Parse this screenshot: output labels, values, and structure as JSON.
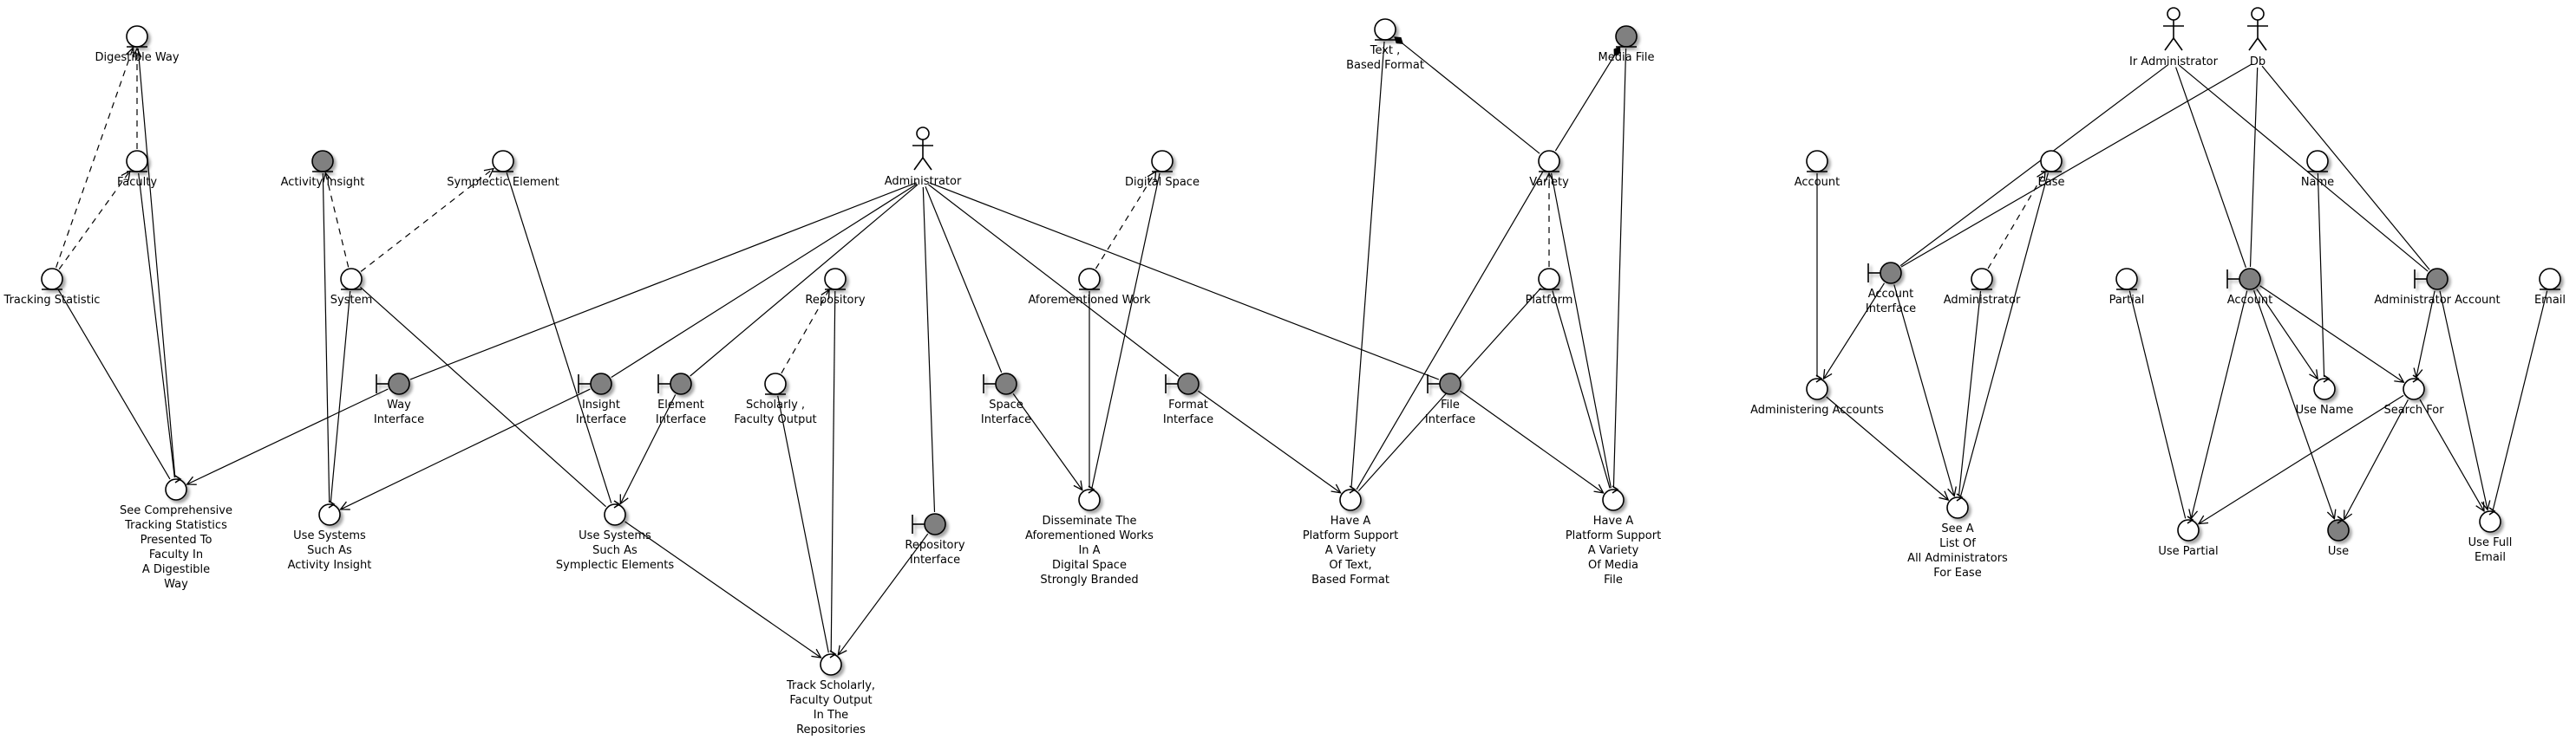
{
  "colors": {
    "line": "#000000",
    "background": "#ffffff",
    "filled_node": "#808080",
    "empty_node": "#ffffff"
  },
  "nodes": [
    {
      "id": "digestible_way",
      "type": "entity",
      "filled": false,
      "label": [
        "Digestible Way"
      ]
    },
    {
      "id": "faculty",
      "type": "entity",
      "filled": false,
      "label": [
        "Faculty"
      ]
    },
    {
      "id": "tracking_statistic",
      "type": "entity",
      "filled": false,
      "label": [
        "Tracking Statistic"
      ]
    },
    {
      "id": "see_comprehensive",
      "type": "control",
      "filled": false,
      "label": [
        "See Comprehensive",
        "Tracking Statistics",
        "Presented To",
        "Faculty In",
        "A Digestible",
        "Way"
      ]
    },
    {
      "id": "activity_insight",
      "type": "entity",
      "filled": true,
      "label": [
        "Activity Insight"
      ]
    },
    {
      "id": "symplectic_element",
      "type": "entity",
      "filled": false,
      "label": [
        "Symplectic Element"
      ]
    },
    {
      "id": "system",
      "type": "entity",
      "filled": false,
      "label": [
        "System"
      ]
    },
    {
      "id": "way_interface",
      "type": "boundary",
      "filled": true,
      "label": [
        "Way",
        "Interface"
      ]
    },
    {
      "id": "use_systems_ai",
      "type": "control",
      "filled": false,
      "label": [
        "Use Systems",
        "Such As",
        "Activity Insight"
      ]
    },
    {
      "id": "insight_interface",
      "type": "boundary",
      "filled": true,
      "label": [
        "Insight",
        "Interface"
      ]
    },
    {
      "id": "element_interface",
      "type": "boundary",
      "filled": true,
      "label": [
        "Element",
        "Interface"
      ]
    },
    {
      "id": "use_systems_se",
      "type": "control",
      "filled": false,
      "label": [
        "Use Systems",
        "Such As",
        "Symplectic Elements"
      ]
    },
    {
      "id": "administrator",
      "type": "actor",
      "label": [
        "Administrator"
      ]
    },
    {
      "id": "repository",
      "type": "entity",
      "filled": false,
      "label": [
        "Repository"
      ]
    },
    {
      "id": "scholarly_output",
      "type": "entity",
      "filled": false,
      "label": [
        "Scholarly ,",
        "Faculty Output"
      ]
    },
    {
      "id": "track_scholarly",
      "type": "control",
      "filled": false,
      "label": [
        "Track Scholarly,",
        "Faculty Output",
        "In The",
        "Repositories"
      ]
    },
    {
      "id": "repository_interface",
      "type": "boundary",
      "filled": true,
      "label": [
        "Repository",
        "Interface"
      ]
    },
    {
      "id": "space_interface",
      "type": "boundary",
      "filled": true,
      "label": [
        "Space",
        "Interface"
      ]
    },
    {
      "id": "digital_space",
      "type": "entity",
      "filled": false,
      "label": [
        "Digital Space"
      ]
    },
    {
      "id": "aforementioned_work",
      "type": "entity",
      "filled": false,
      "label": [
        "Aforementioned Work"
      ]
    },
    {
      "id": "disseminate",
      "type": "control",
      "filled": false,
      "label": [
        "Disseminate The",
        "Aforementioned Works",
        "In A",
        "Digital Space",
        "Strongly Branded"
      ]
    },
    {
      "id": "format_interface",
      "type": "boundary",
      "filled": true,
      "label": [
        "Format",
        "Interface"
      ]
    },
    {
      "id": "text_based_format",
      "type": "entity",
      "filled": false,
      "label": [
        "Text ,",
        "Based Format"
      ]
    },
    {
      "id": "media_file",
      "type": "entity",
      "filled": true,
      "label": [
        "Media File"
      ]
    },
    {
      "id": "variety",
      "type": "entity",
      "filled": false,
      "label": [
        "Variety"
      ]
    },
    {
      "id": "platform",
      "type": "entity",
      "filled": false,
      "label": [
        "Platform"
      ]
    },
    {
      "id": "file_interface",
      "type": "boundary",
      "filled": true,
      "label": [
        "File",
        "Interface"
      ]
    },
    {
      "id": "have_platform_text",
      "type": "control",
      "filled": false,
      "label": [
        "Have A",
        "Platform Support",
        "A Variety",
        "Of Text,",
        "Based Format"
      ]
    },
    {
      "id": "have_platform_media",
      "type": "control",
      "filled": false,
      "label": [
        "Have A",
        "Platform Support",
        "A Variety",
        "Of Media",
        "File"
      ]
    },
    {
      "id": "account",
      "type": "entity",
      "filled": false,
      "label": [
        "Account"
      ]
    },
    {
      "id": "administering_accounts",
      "type": "control",
      "filled": false,
      "label": [
        "Administering Accounts"
      ]
    },
    {
      "id": "account_interface",
      "type": "boundary",
      "filled": true,
      "label": [
        "Account",
        "Interface"
      ]
    },
    {
      "id": "ease",
      "type": "entity",
      "filled": false,
      "label": [
        "Ease"
      ]
    },
    {
      "id": "administrator_entity",
      "type": "entity",
      "filled": false,
      "label": [
        "Administrator"
      ]
    },
    {
      "id": "see_list",
      "type": "control",
      "filled": false,
      "label": [
        "See A",
        "List Of",
        "All Administrators",
        "For Ease"
      ]
    },
    {
      "id": "ir_administrator",
      "type": "actor",
      "label": [
        "Ir Administrator"
      ]
    },
    {
      "id": "db",
      "type": "actor",
      "label": [
        "Db"
      ]
    },
    {
      "id": "name",
      "type": "entity",
      "filled": false,
      "label": [
        "Name"
      ]
    },
    {
      "id": "partial",
      "type": "entity",
      "filled": false,
      "label": [
        "Partial"
      ]
    },
    {
      "id": "account_boundary",
      "type": "boundary",
      "filled": true,
      "label": [
        "Account"
      ]
    },
    {
      "id": "administrator_account",
      "type": "boundary",
      "filled": true,
      "label": [
        "Administrator Account"
      ]
    },
    {
      "id": "email",
      "type": "entity",
      "filled": false,
      "label": [
        "Email"
      ]
    },
    {
      "id": "use_name",
      "type": "control",
      "filled": false,
      "label": [
        "Use Name"
      ]
    },
    {
      "id": "search_for",
      "type": "control",
      "filled": false,
      "label": [
        "Search For"
      ]
    },
    {
      "id": "use_partial",
      "type": "control",
      "filled": false,
      "label": [
        "Use Partial"
      ]
    },
    {
      "id": "use",
      "type": "control",
      "filled": true,
      "label": [
        "Use"
      ]
    },
    {
      "id": "use_full_email",
      "type": "control",
      "filled": false,
      "label": [
        "Use Full",
        "Email"
      ]
    }
  ],
  "edges": [
    {
      "from": "tracking_statistic",
      "to": "digestible_way",
      "style": "dashed",
      "arrow": "open"
    },
    {
      "from": "tracking_statistic",
      "to": "faculty",
      "style": "dashed",
      "arrow": "open"
    },
    {
      "from": "faculty",
      "to": "digestible_way",
      "style": "dashed",
      "arrow": "open"
    },
    {
      "from": "see_comprehensive",
      "to": "tracking_statistic",
      "style": "solid",
      "arrow": "none"
    },
    {
      "from": "see_comprehensive",
      "to": "faculty",
      "style": "solid",
      "arrow": "none"
    },
    {
      "from": "see_comprehensive",
      "to": "digestible_way",
      "style": "solid",
      "arrow": "none"
    },
    {
      "from": "system",
      "to": "activity_insight",
      "style": "dashed",
      "arrow": "open"
    },
    {
      "from": "system",
      "to": "symplectic_element",
      "style": "dashed",
      "arrow": "open"
    },
    {
      "from": "use_systems_ai",
      "to": "activity_insight",
      "style": "solid",
      "arrow": "none"
    },
    {
      "from": "use_systems_ai",
      "to": "system",
      "style": "solid",
      "arrow": "none"
    },
    {
      "from": "use_systems_se",
      "to": "system",
      "style": "solid",
      "arrow": "none"
    },
    {
      "from": "use_systems_se",
      "to": "symplectic_element",
      "style": "solid",
      "arrow": "none"
    },
    {
      "from": "administrator",
      "to": "way_interface",
      "style": "solid",
      "arrow": "none"
    },
    {
      "from": "administrator",
      "to": "insight_interface",
      "style": "solid",
      "arrow": "none"
    },
    {
      "from": "administrator",
      "to": "element_interface",
      "style": "solid",
      "arrow": "none"
    },
    {
      "from": "administrator",
      "to": "repository_interface",
      "style": "solid",
      "arrow": "none"
    },
    {
      "from": "administrator",
      "to": "space_interface",
      "style": "solid",
      "arrow": "none"
    },
    {
      "from": "administrator",
      "to": "format_interface",
      "style": "solid",
      "arrow": "none"
    },
    {
      "from": "administrator",
      "to": "file_interface",
      "style": "solid",
      "arrow": "none"
    },
    {
      "from": "way_interface",
      "to": "see_comprehensive",
      "style": "solid",
      "arrow": "open"
    },
    {
      "from": "insight_interface",
      "to": "use_systems_ai",
      "style": "solid",
      "arrow": "open"
    },
    {
      "from": "element_interface",
      "to": "use_systems_se",
      "style": "solid",
      "arrow": "open"
    },
    {
      "from": "use_systems_se",
      "to": "track_scholarly",
      "style": "solid",
      "arrow": "open"
    },
    {
      "from": "scholarly_output",
      "to": "repository",
      "style": "dashed",
      "arrow": "open"
    },
    {
      "from": "track_scholarly",
      "to": "repository",
      "style": "solid",
      "arrow": "none"
    },
    {
      "from": "track_scholarly",
      "to": "scholarly_output",
      "style": "solid",
      "arrow": "none"
    },
    {
      "from": "repository_interface",
      "to": "track_scholarly",
      "style": "solid",
      "arrow": "open"
    },
    {
      "from": "aforementioned_work",
      "to": "digital_space",
      "style": "dashed",
      "arrow": "open"
    },
    {
      "from": "disseminate",
      "to": "aforementioned_work",
      "style": "solid",
      "arrow": "none"
    },
    {
      "from": "disseminate",
      "to": "digital_space",
      "style": "solid",
      "arrow": "none"
    },
    {
      "from": "space_interface",
      "to": "disseminate",
      "style": "solid",
      "arrow": "open"
    },
    {
      "from": "format_interface",
      "to": "have_platform_text",
      "style": "solid",
      "arrow": "open"
    },
    {
      "from": "variety",
      "to": "text_based_format",
      "style": "solid",
      "arrow": "diamond"
    },
    {
      "from": "variety",
      "to": "media_file",
      "style": "solid",
      "arrow": "diamond"
    },
    {
      "from": "platform",
      "to": "variety",
      "style": "dashed",
      "arrow": "open"
    },
    {
      "from": "have_platform_text",
      "to": "text_based_format",
      "style": "solid",
      "arrow": "none"
    },
    {
      "from": "have_platform_text",
      "to": "variety",
      "style": "solid",
      "arrow": "none"
    },
    {
      "from": "have_platform_text",
      "to": "platform",
      "style": "solid",
      "arrow": "none"
    },
    {
      "from": "have_platform_media",
      "to": "variety",
      "style": "solid",
      "arrow": "none"
    },
    {
      "from": "have_platform_media",
      "to": "platform",
      "style": "solid",
      "arrow": "none"
    },
    {
      "from": "have_platform_media",
      "to": "media_file",
      "style": "solid",
      "arrow": "none"
    },
    {
      "from": "file_interface",
      "to": "have_platform_media",
      "style": "solid",
      "arrow": "open"
    },
    {
      "from": "administering_accounts",
      "to": "account",
      "style": "solid",
      "arrow": "none"
    },
    {
      "from": "account_interface",
      "to": "administering_accounts",
      "style": "solid",
      "arrow": "open"
    },
    {
      "from": "account_interface",
      "to": "see_list",
      "style": "solid",
      "arrow": "open"
    },
    {
      "from": "administering_accounts",
      "to": "see_list",
      "style": "solid",
      "arrow": "open"
    },
    {
      "from": "administrator_entity",
      "to": "ease",
      "style": "dashed",
      "arrow": "open"
    },
    {
      "from": "see_list",
      "to": "administrator_entity",
      "style": "solid",
      "arrow": "none"
    },
    {
      "from": "see_list",
      "to": "ease",
      "style": "solid",
      "arrow": "none"
    },
    {
      "from": "ir_administrator",
      "to": "account_interface",
      "style": "solid",
      "arrow": "none"
    },
    {
      "from": "ir_administrator",
      "to": "account_boundary",
      "style": "solid",
      "arrow": "none"
    },
    {
      "from": "ir_administrator",
      "to": "administrator_account",
      "style": "solid",
      "arrow": "none"
    },
    {
      "from": "db",
      "to": "account_interface",
      "style": "solid",
      "arrow": "none"
    },
    {
      "from": "db",
      "to": "account_boundary",
      "style": "solid",
      "arrow": "none"
    },
    {
      "from": "db",
      "to": "administrator_account",
      "style": "solid",
      "arrow": "none"
    },
    {
      "from": "account_boundary",
      "to": "use_name",
      "style": "solid",
      "arrow": "open"
    },
    {
      "from": "account_boundary",
      "to": "search_for",
      "style": "solid",
      "arrow": "open"
    },
    {
      "from": "account_boundary",
      "to": "use_partial",
      "style": "solid",
      "arrow": "open"
    },
    {
      "from": "account_boundary",
      "to": "use",
      "style": "solid",
      "arrow": "open"
    },
    {
      "from": "administrator_account",
      "to": "search_for",
      "style": "solid",
      "arrow": "open"
    },
    {
      "from": "administrator_account",
      "to": "use_full_email",
      "style": "solid",
      "arrow": "open"
    },
    {
      "from": "search_for",
      "to": "use_partial",
      "style": "solid",
      "arrow": "open"
    },
    {
      "from": "search_for",
      "to": "use",
      "style": "solid",
      "arrow": "open"
    },
    {
      "from": "search_for",
      "to": "use_full_email",
      "style": "solid",
      "arrow": "open"
    },
    {
      "from": "use_name",
      "to": "name",
      "style": "solid",
      "arrow": "none"
    },
    {
      "from": "use_partial",
      "to": "partial",
      "style": "solid",
      "arrow": "none"
    },
    {
      "from": "use_full_email",
      "to": "email",
      "style": "solid",
      "arrow": "none"
    }
  ]
}
